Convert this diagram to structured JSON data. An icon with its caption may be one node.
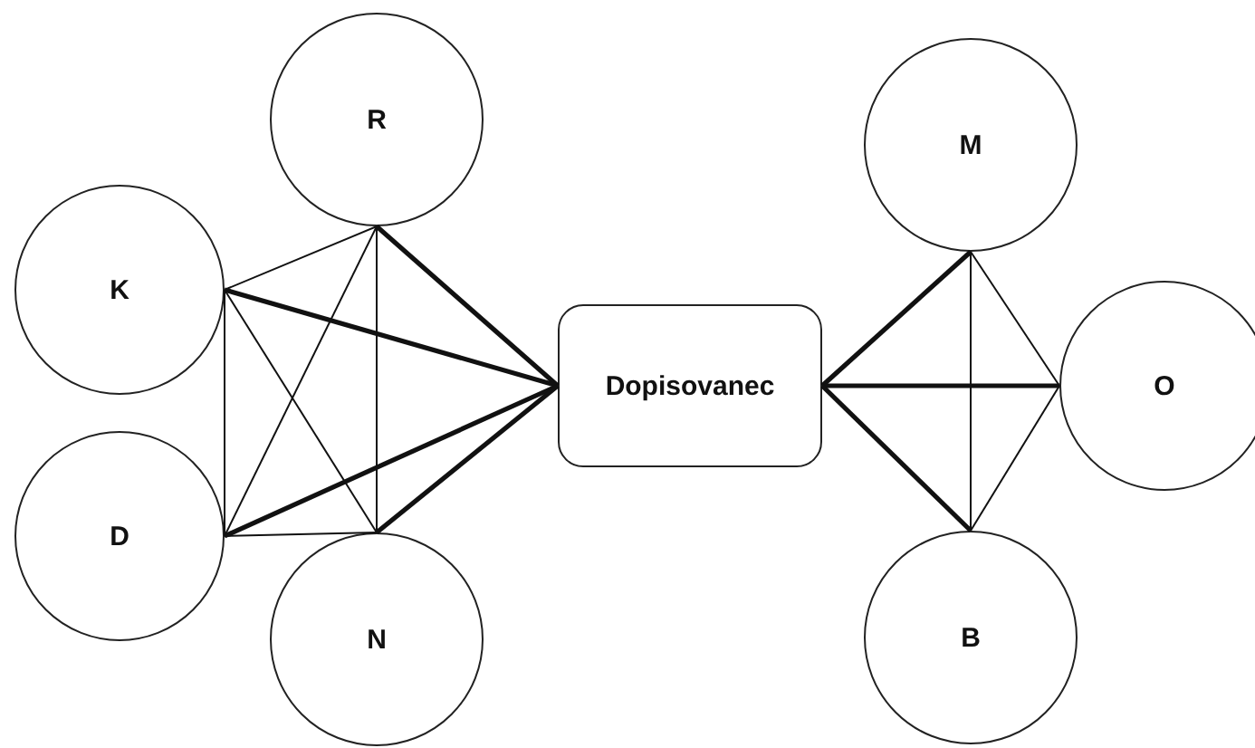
{
  "diagram": {
    "nodes": [
      {
        "text": [
          "R"
        ]
      },
      {
        "text": [
          "K"
        ]
      },
      {
        "text": [
          "D"
        ]
      },
      {
        "text": [
          "N"
        ]
      },
      {
        "text": [
          "Dopisovanec"
        ]
      },
      {
        "text": [
          "M"
        ]
      },
      {
        "text": [
          "O"
        ]
      },
      {
        "text": [
          "B"
        ]
      }
    ],
    "edges": [
      {
        "from": 1,
        "to": 0,
        "arrow": "none"
      },
      {
        "from": 1,
        "to": 2,
        "arrow": "none"
      },
      {
        "from": 1,
        "to": 3,
        "arrow": "none"
      },
      {
        "from": 2,
        "to": 0,
        "arrow": "none"
      },
      {
        "from": 2,
        "to": 3,
        "arrow": "none"
      },
      {
        "from": 0,
        "to": 3,
        "arrow": "none"
      },
      {
        "from": 0,
        "to": 4,
        "arrow": "none",
        "style": "thick"
      },
      {
        "from": 1,
        "to": 4,
        "arrow": "none",
        "style": "thick"
      },
      {
        "from": 2,
        "to": 4,
        "arrow": "none",
        "style": "thick"
      },
      {
        "from": 3,
        "to": 4,
        "arrow": "none",
        "style": "thick"
      },
      {
        "from": 4,
        "to": 5,
        "arrow": "none",
        "style": "thick"
      },
      {
        "from": 4,
        "to": 6,
        "arrow": "none",
        "style": "thick"
      },
      {
        "from": 4,
        "to": 7,
        "arrow": "none",
        "style": "thick"
      },
      {
        "from": 5,
        "to": 7,
        "arrow": "none"
      },
      {
        "from": 5,
        "to": 6,
        "arrow": "none"
      },
      {
        "from": 7,
        "to": 6,
        "arrow": "none"
      }
    ]
  }
}
